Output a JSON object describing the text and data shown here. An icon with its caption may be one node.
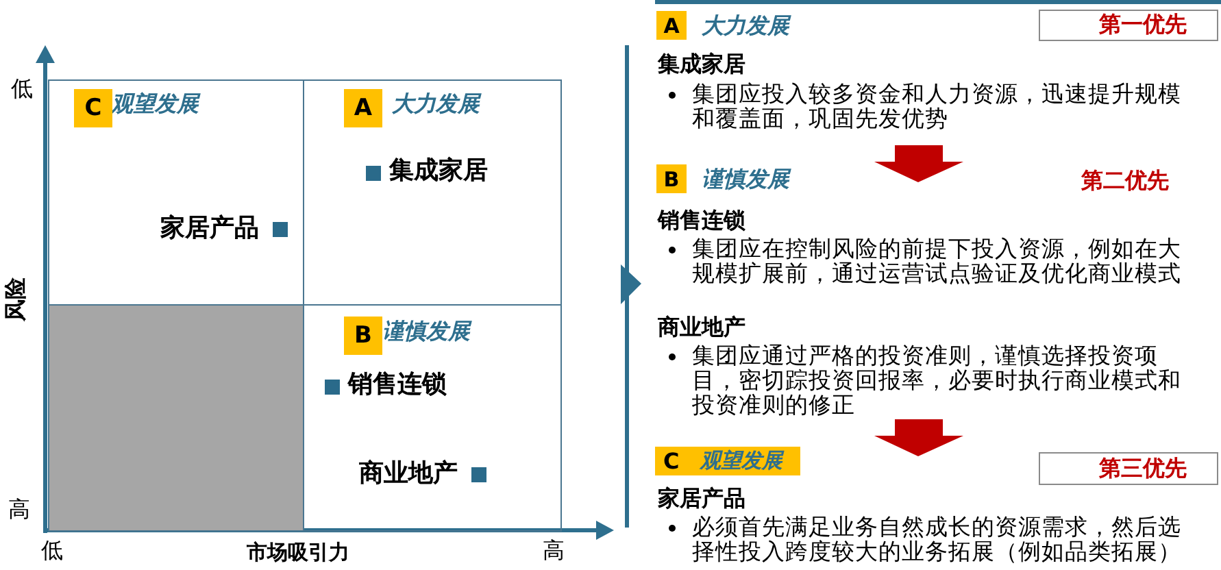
{
  "diagram": {
    "nodes": [
      {
        "text": [
          "观望发展",
          "家居产品"
        ]
      },
      {
        "text": [
          "C"
        ],
        "in": 0
      },
      {
        "text": [
          "大力发展",
          "集成家居"
        ]
      },
      {
        "text": [
          "A"
        ],
        "in": 2
      },
      {
        "text": [],
        "shape": "box"
      },
      {
        "text": [
          "谨慎发展",
          "销售连锁",
          "商业地产"
        ]
      },
      {
        "text": [
          "B"
        ],
        "in": 5
      },
      {
        "text": [
          "A"
        ],
        "beside": [
          "大力发展"
        ]
      },
      {
        "text": [
          "第一优先"
        ]
      },
      {
        "text": [
          "B"
        ],
        "beside": [
          "谨慎发展"
        ]
      },
      {
        "text": [
          "C",
          "观望发展"
        ]
      },
      {
        "text": [
          "第三优先"
        ]
      }
    ],
    "edges": [],
    "labels": [
      "低",
      "风险",
      "高",
      "低",
      "市场吸引力",
      "高",
      "集成家居",
      "集团应投入较多资金和人力资源，迅速提升规模和覆盖面，巩固先发优势",
      "第二优先",
      "销售连锁",
      "集团应在控制风险的前提下投入资源，例如在大规模扩展前，通过运营试点验证及优化商业模式",
      "商业地产",
      "集团应通过严格的投资准则，谨慎选择投资项目，密切踪投资回报率，必要时执行商业模式和投资准则的修正",
      "家居产品",
      "必须首先满足业务自然成长的资源需求，然后选择性投入跨度较大的业务拓展（例如品类拓展）"
    ]
  }
}
